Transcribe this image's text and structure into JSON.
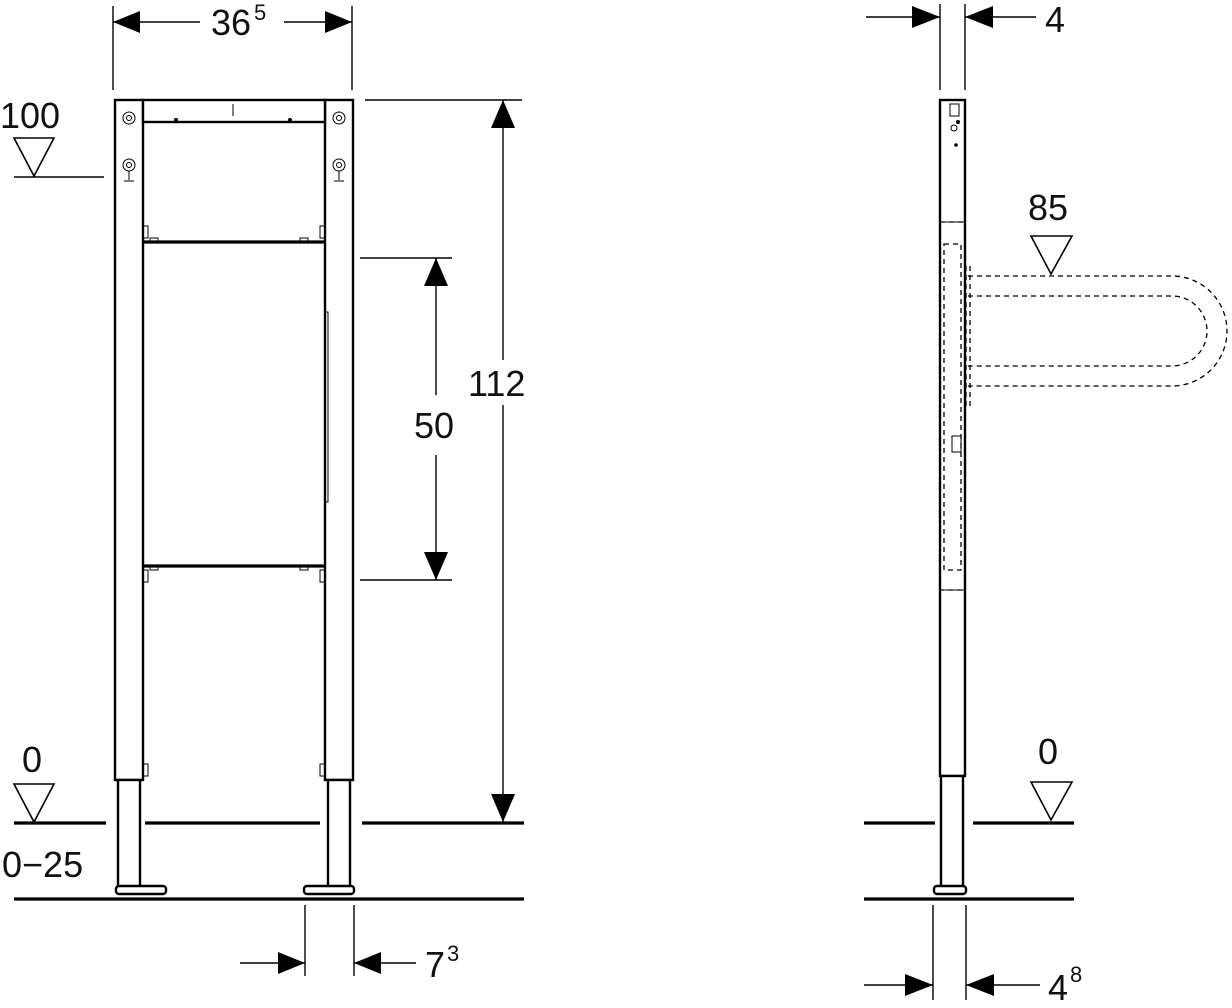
{
  "front_view": {
    "width_dim": {
      "value": "36",
      "sup": "5"
    },
    "height_dim": {
      "value": "112"
    },
    "spacing_dim": {
      "value": "50"
    },
    "top_level": {
      "value": "100"
    },
    "floor_level": {
      "value": "0"
    },
    "adjust_range": {
      "value": "0−25"
    },
    "foot_dim": {
      "value": "7",
      "sup": "3"
    }
  },
  "side_view": {
    "depth_dim": {
      "value": "4"
    },
    "pipe_level": {
      "value": "85"
    },
    "floor_level": {
      "value": "0"
    },
    "foot_dim": {
      "value": "4",
      "sup": "8"
    }
  }
}
